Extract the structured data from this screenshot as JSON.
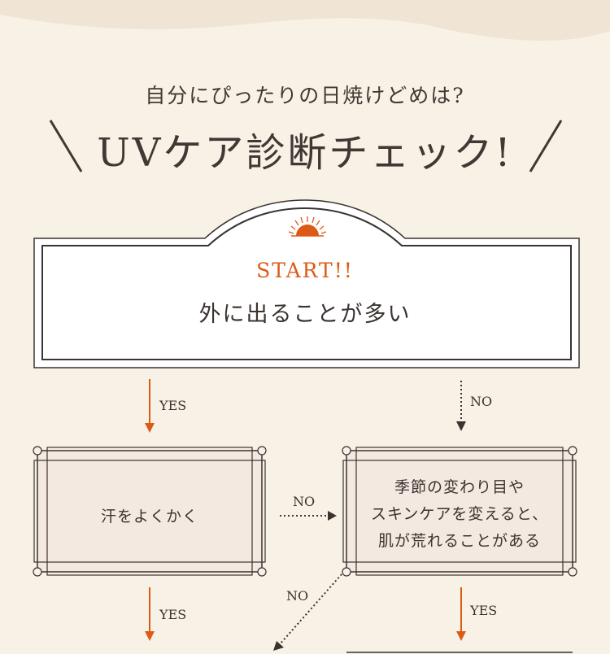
{
  "header": {
    "subtitle": "自分にぴったりの日焼けどめは?",
    "title": "UVケア診断チェック!"
  },
  "start_node": {
    "label": "START!!",
    "question": "外に出ることが多い"
  },
  "nodes": {
    "sweat": "汗をよくかく",
    "season_line1": "季節の変わり目や",
    "season_line2": "スキンケアを変えると、",
    "season_line3": "肌が荒れることがある"
  },
  "edges": {
    "start_yes": "YES",
    "start_no": "NO",
    "sweat_no": "NO",
    "sweat_yes": "YES",
    "season_no": "NO",
    "season_yes": "YES"
  },
  "colors": {
    "accent": "#dd5a16",
    "background": "#f8f1e5",
    "node_fill": "#f3e9e0",
    "ink": "#3a3330"
  },
  "icons": {
    "sun": "sunrise-icon"
  }
}
